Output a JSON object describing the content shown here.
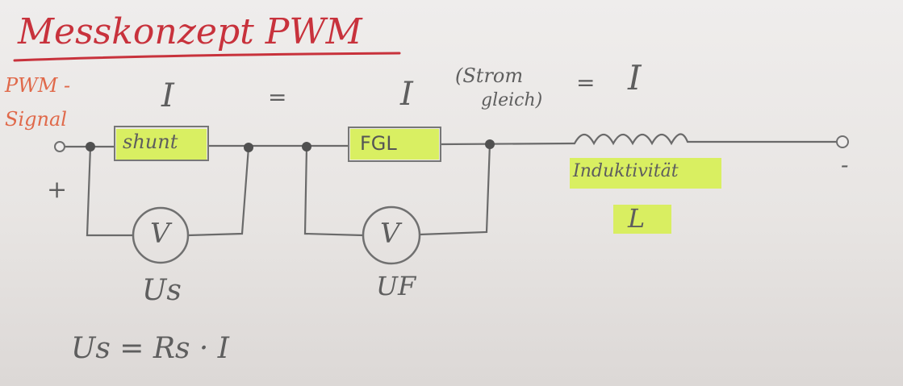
{
  "title": "Messkonzept PWM",
  "input": {
    "label_line1": "PWM -",
    "label_line2": "Signal",
    "polarity": "+"
  },
  "current_row": {
    "I_left": "I",
    "eq1": "=",
    "I_mid": "I",
    "note_line1": "(Strom",
    "note_line2": "gleich)",
    "eq2": "=",
    "I_right": "I"
  },
  "components": {
    "shunt": "shunt",
    "fgl": "FGL",
    "inductor_label": "Induktivität",
    "inductor_symbol": "L",
    "voltmeter_symbol": "V",
    "output_polarity": "-"
  },
  "voltages": {
    "us": "Us",
    "uf": "UF"
  },
  "formula": "Us = Rs · I",
  "colors": {
    "title": "#c8323c",
    "pwm_label": "#e0694a",
    "highlight": "#d6f04a",
    "pencil": "#5e5e5e"
  }
}
